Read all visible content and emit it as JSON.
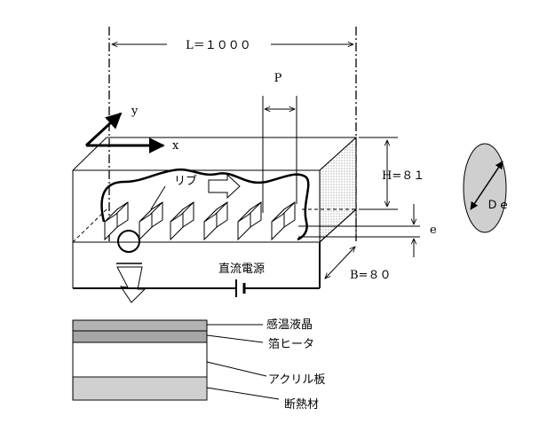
{
  "diagram": {
    "dimension_L": "L＝１０００",
    "pitch_label": "P",
    "axis_y": "y",
    "axis_x": "x",
    "height_label": "H=８１",
    "width_label": "B=８０",
    "hydraulic_diameter_label": "Ｄｅ",
    "rib_height_label": "e",
    "rib_label": "リブ",
    "power_supply_label": "直流電源",
    "layers": [
      {
        "label": "感温液晶",
        "color": "#b3b3b3"
      },
      {
        "label": "箔ヒータ",
        "color": "#a6a6a6"
      },
      {
        "label": "アクリル板",
        "color": "#ffffff"
      },
      {
        "label": "断熱材",
        "color": "#e4e4e4"
      }
    ]
  }
}
